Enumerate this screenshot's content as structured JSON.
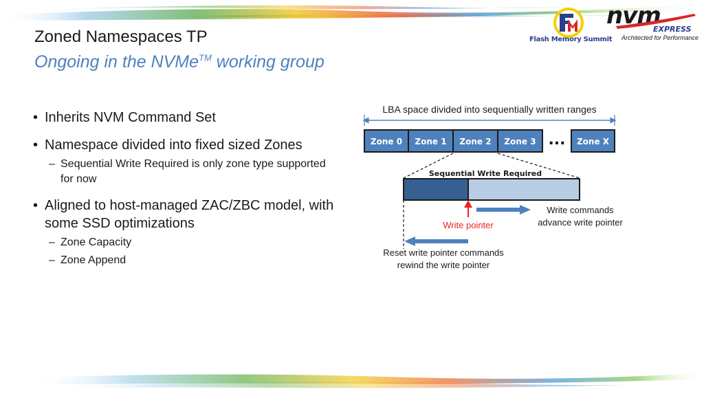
{
  "slide": {
    "title": "Zoned Namespaces TP",
    "subtitle": "Ongoing in the NVMe",
    "subtitle_tm": "TM",
    "subtitle_rest": " working group"
  },
  "bullets": [
    {
      "text": "Inherits NVM Command Set",
      "sub": []
    },
    {
      "text": "Namespace divided into fixed sized Zones",
      "sub": [
        "Sequential Write Required is only zone type supported for now"
      ]
    },
    {
      "text": "Aligned to host-managed ZAC/ZBC model, with some SSD optimizations",
      "sub": [
        "Zone Capacity",
        "Zone Append"
      ]
    }
  ],
  "logos": {
    "fms_name": "Flash Memory Summit",
    "nvm_word": "nvm",
    "nvm_express": "EXPRESS",
    "nvm_tagline": "Architected for Performance"
  },
  "diagram": {
    "lba_label": "LBA space divided into sequentially written ranges",
    "zones": [
      "Zone 0",
      "Zone 1",
      "Zone 2",
      "Zone 3"
    ],
    "ellipsis": "...",
    "last_zone": "Zone X",
    "detail_label": "Sequential Write Required",
    "write_pointer_label": "Write pointer",
    "write_commands_line1": "Write commands",
    "write_commands_line2": "advance write pointer",
    "reset_line1": "Reset write pointer commands",
    "reset_line2": "rewind the write pointer"
  },
  "colors": {
    "title_blue": "#4f81bd",
    "zone_fill": "#4f81bd",
    "written_fill": "#366092",
    "unwritten_fill": "#b8cce4",
    "pointer_red": "#e8261e",
    "arrow_blue": "#4f81bd"
  }
}
